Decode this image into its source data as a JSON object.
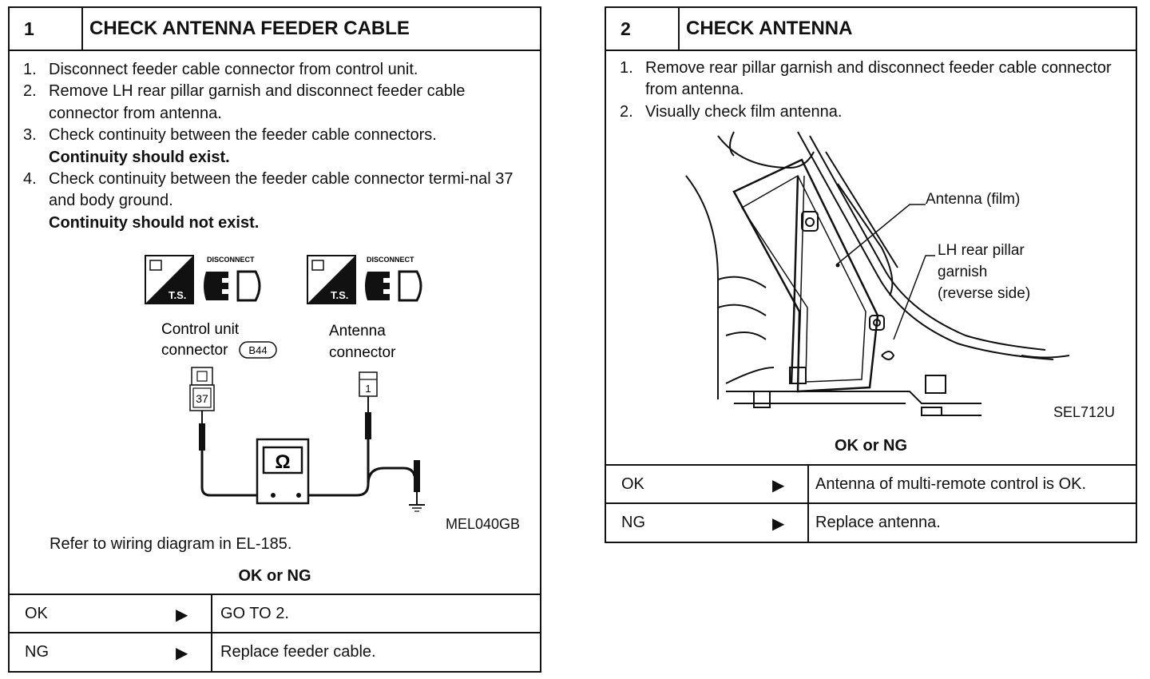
{
  "box1": {
    "number": "1",
    "title": "CHECK ANTENNA FEEDER CABLE",
    "steps": [
      {
        "num": "1.",
        "text": "Disconnect feeder cable connector from control unit."
      },
      {
        "num": "2.",
        "text": "Remove LH rear pillar garnish and disconnect feeder cable connector from antenna."
      },
      {
        "num": "3.",
        "text": "Check continuity between the feeder cable connectors.",
        "bold": "Continuity should exist."
      },
      {
        "num": "4.",
        "text": "Check continuity between the feeder cable connector termi-nal 37 and body ground.",
        "bold": "Continuity should not exist."
      }
    ],
    "diagram": {
      "icon_text": "T.S.",
      "disconnect_text": "DISCONNECT",
      "control_unit_label_line1": "Control unit",
      "control_unit_label_line2": "connector",
      "connector_code": "B44",
      "antenna_label_line1": "Antenna",
      "antenna_label_line2": "connector",
      "terminal_left": "37",
      "terminal_right": "1",
      "meter_symbol": "Ω",
      "figure_code": "MEL040GB"
    },
    "refer_text": "Refer to wiring diagram in EL-185.",
    "ok_ng_heading": "OK or NG",
    "results": [
      {
        "label": "OK",
        "arrow": "▶",
        "result": "GO TO 2."
      },
      {
        "label": "NG",
        "arrow": "▶",
        "result": "Replace feeder cable."
      }
    ]
  },
  "box2": {
    "number": "2",
    "title": "CHECK ANTENNA",
    "steps": [
      {
        "num": "1.",
        "text": "Remove rear pillar garnish and disconnect feeder cable connector from antenna."
      },
      {
        "num": "2.",
        "text": "Visually check film antenna."
      }
    ],
    "diagram": {
      "label_antenna": "Antenna  (film)",
      "label_garnish_line1": "LH  rear  pillar",
      "label_garnish_line2": "garnish",
      "label_garnish_line3": "(reverse  side)",
      "figure_code": "SEL712U"
    },
    "ok_ng_heading": "OK or NG",
    "results": [
      {
        "label": "OK",
        "arrow": "▶",
        "result": "Antenna of multi-remote control is OK."
      },
      {
        "label": "NG",
        "arrow": "▶",
        "result": "Replace antenna."
      }
    ]
  }
}
